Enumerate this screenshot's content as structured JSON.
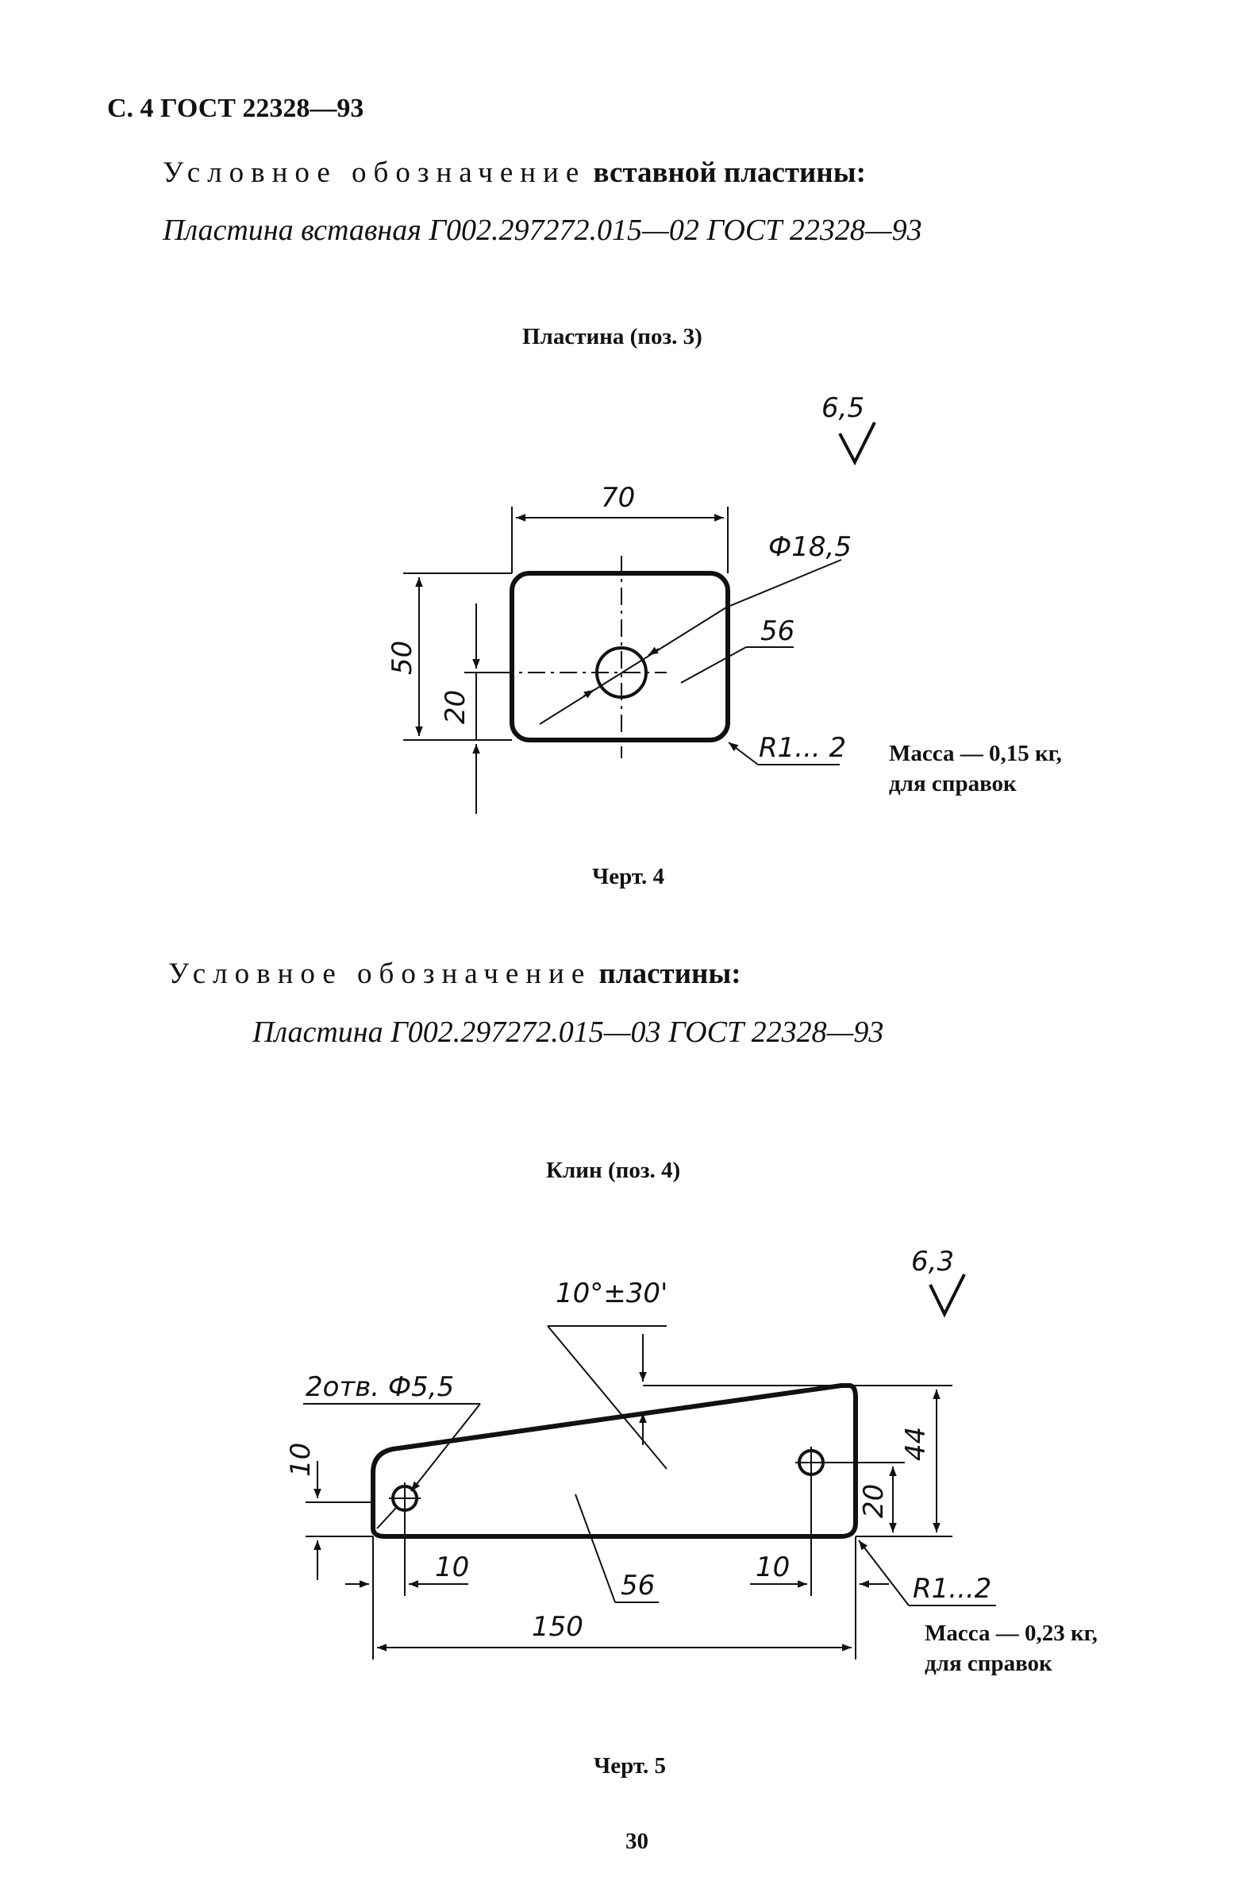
{
  "header": {
    "text": "С. 4 ГОСТ 22328—93"
  },
  "section1": {
    "heading_spaced": "Условное обозначение",
    "heading_plain": "вставной пластины:",
    "designation": "Пластина вставная Г002.297272.015—02 ГОСТ 22328—93"
  },
  "figure4": {
    "title": "Пластина (поз. 3)",
    "roughness": "6,5",
    "dims": {
      "width": "70",
      "diameter": "Ф18,5",
      "height": "50",
      "hole_offset": "20",
      "thickness": "56",
      "radius": "R1... 2"
    },
    "mass_line1": "Масса — 0,15 кг,",
    "mass_line2": "для справок",
    "caption": "Черт. 4"
  },
  "section2": {
    "heading_spaced": "Условное обозначение",
    "heading_plain": "пластины:",
    "designation": "Пластина Г002.297272.015—03 ГОСТ 22328—93"
  },
  "figure5": {
    "title": "Клин (поз. 4)",
    "roughness": "6,3",
    "dims": {
      "angle": "10°±30'",
      "holes": "2отв. Ф5,5",
      "left_height": "10",
      "left_offset": "10",
      "thickness": "56",
      "right_offset": "10",
      "hole_height": "20",
      "height": "44",
      "length": "150",
      "radius": "R1...2"
    },
    "mass_line1": "Масса — 0,23 кг,",
    "mass_line2": "для справок",
    "caption": "Черт. 5"
  },
  "page_number": "30"
}
